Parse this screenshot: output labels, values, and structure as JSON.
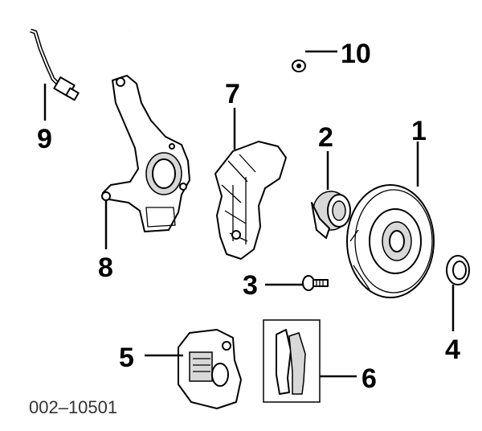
{
  "diagram": {
    "reference_code": "002–10501",
    "callouts": [
      "1",
      "2",
      "3",
      "4",
      "5",
      "6",
      "7",
      "8",
      "9",
      "10"
    ]
  }
}
